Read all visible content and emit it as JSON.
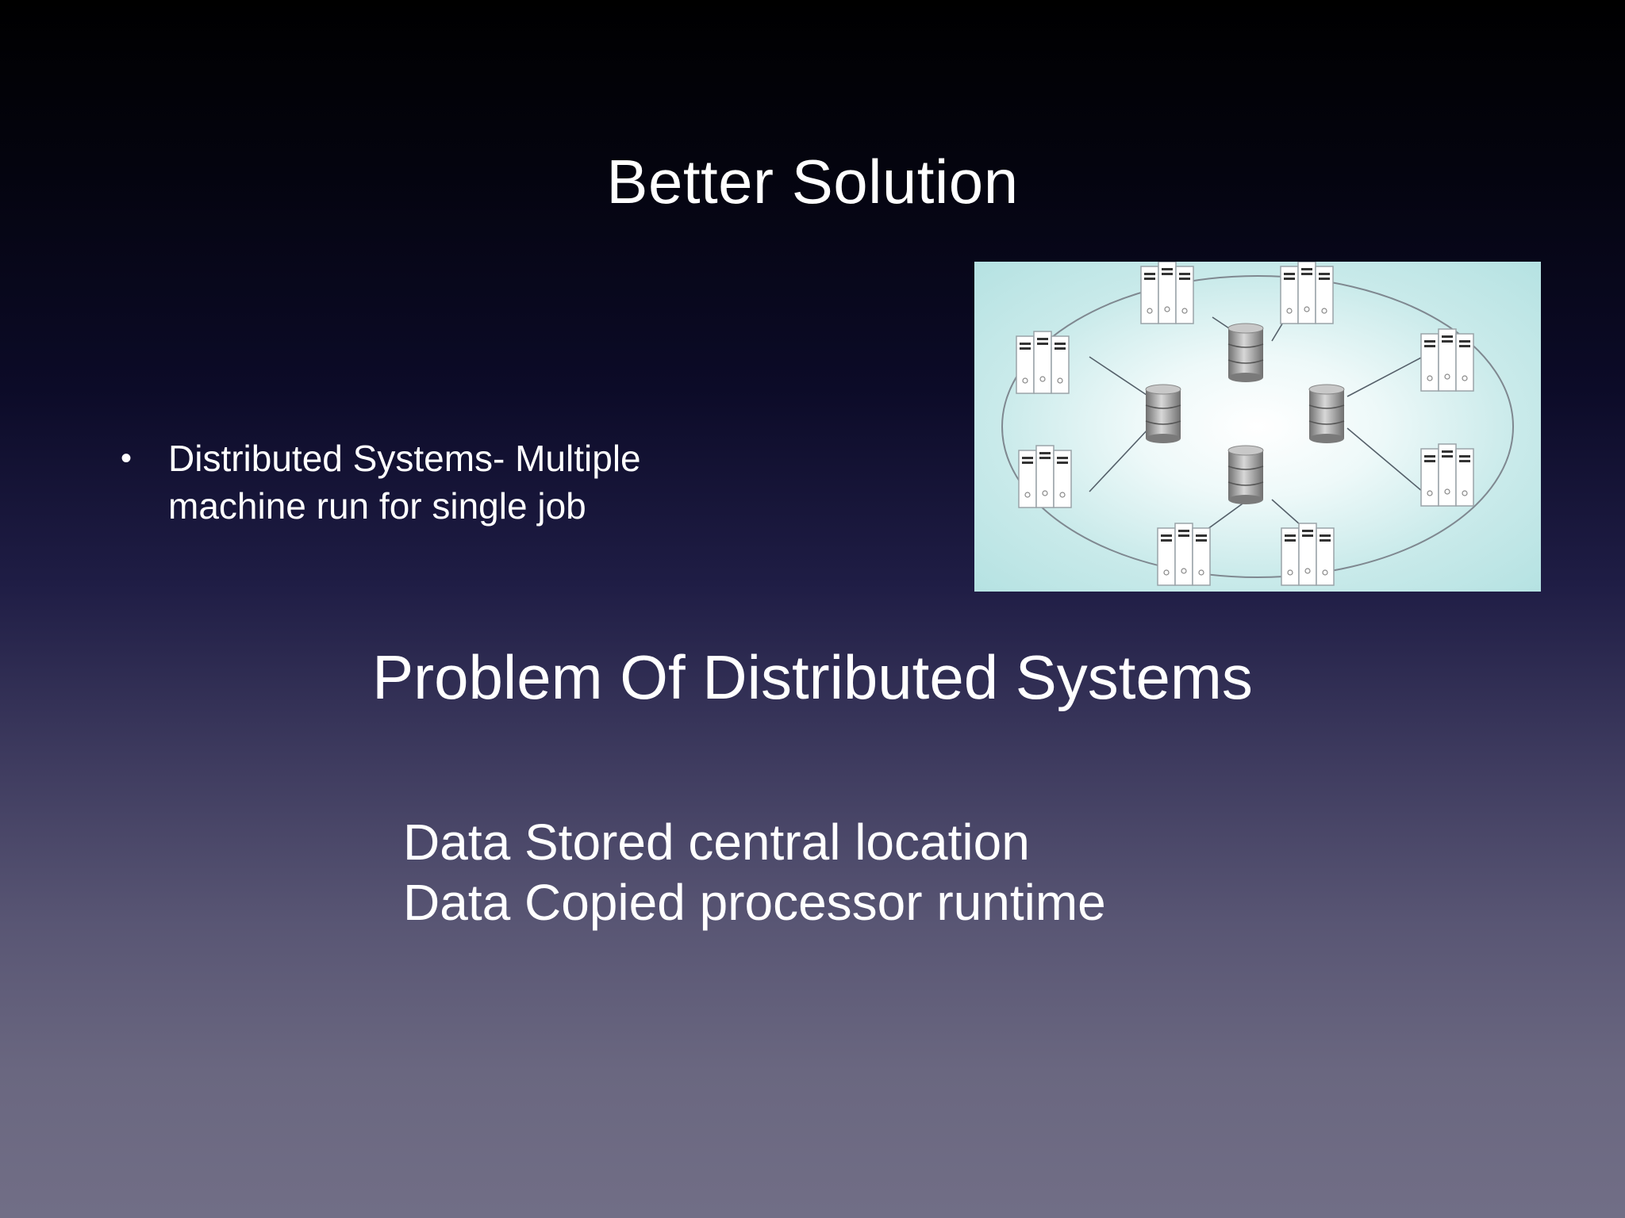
{
  "slide": {
    "title": "Better Solution",
    "bullets": [
      {
        "lines": [
          "Distributed Systems- Multiple",
          "machine run for single job"
        ]
      }
    ],
    "subheading": "Problem Of Distributed Systems",
    "points": [
      "Data Stored central location",
      "Data Copied processor runtime"
    ]
  },
  "diagram": {
    "server_icon": "server-rack-icon",
    "database_icon": "database-cylinder-icon",
    "server_count": 8,
    "database_count": 4,
    "colors": {
      "background": "#b5e2e2",
      "ring": "#7f8890",
      "server_body": "#ffffff",
      "database": "#8a8a8a"
    }
  }
}
